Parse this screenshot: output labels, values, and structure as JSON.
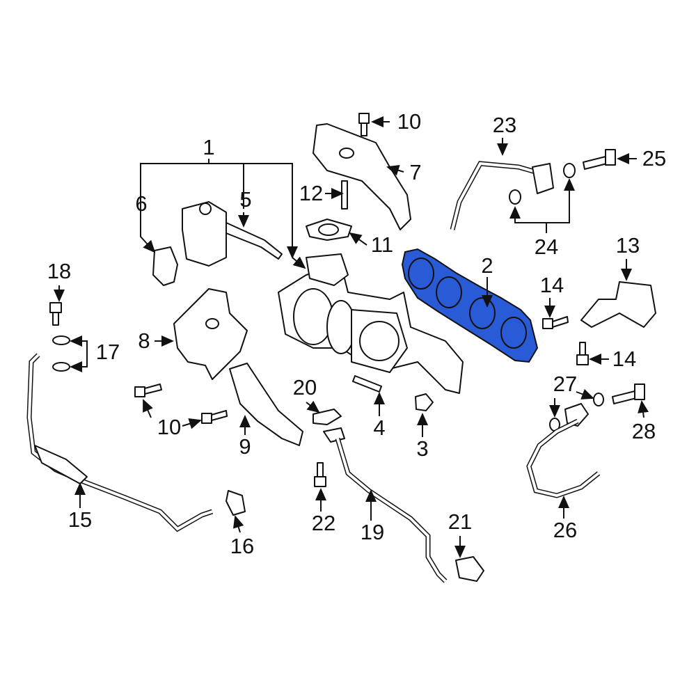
{
  "diagram": {
    "highlight_color": "#2a5bd7",
    "highlighted_part": "2",
    "callouts": {
      "c1": "1",
      "c2": "2",
      "c3": "3",
      "c4": "4",
      "c5": "5",
      "c6": "6",
      "c7": "7",
      "c8": "8",
      "c9": "9",
      "c10a": "10",
      "c10b": "10",
      "c11": "11",
      "c12": "12",
      "c13": "13",
      "c14a": "14",
      "c14b": "14",
      "c15": "15",
      "c16": "16",
      "c17": "17",
      "c18": "18",
      "c19": "19",
      "c20": "20",
      "c21": "21",
      "c22": "22",
      "c23": "23",
      "c24": "24",
      "c25": "25",
      "c26": "26",
      "c27": "27",
      "c28": "28"
    }
  }
}
